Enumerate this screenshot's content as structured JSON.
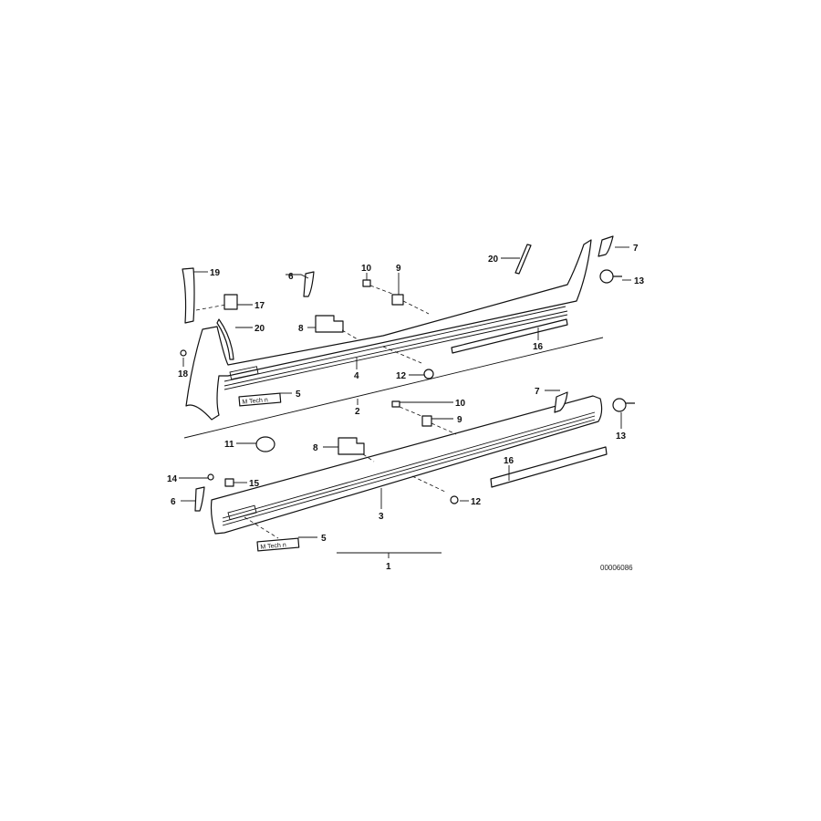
{
  "diagram": {
    "reference_code": "00006086",
    "badge_text": "M Tech n",
    "callouts": [
      "19",
      "6",
      "10",
      "9",
      "20",
      "7",
      "13",
      "17",
      "8",
      "20",
      "18",
      "16",
      "4",
      "12",
      "5",
      "2",
      "7",
      "10",
      "9",
      "13",
      "11",
      "8",
      "14",
      "15",
      "6",
      "16",
      "3",
      "12",
      "5",
      "1"
    ]
  }
}
